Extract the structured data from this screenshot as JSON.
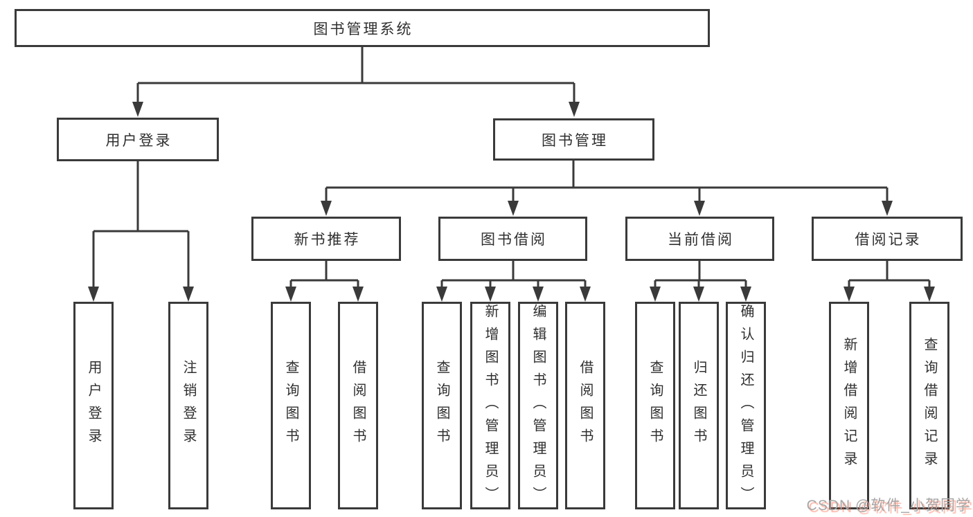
{
  "tree": {
    "label": "图书管理系统",
    "children": [
      {
        "label": "用户登录",
        "children": [
          {
            "label": "用户登录"
          },
          {
            "label": "注销登录"
          }
        ]
      },
      {
        "label": "图书管理",
        "children": [
          {
            "label": "新书推荐",
            "children": [
              {
                "label": "查询图书"
              },
              {
                "label": "借阅图书"
              }
            ]
          },
          {
            "label": "图书借阅",
            "children": [
              {
                "label": "查询图书"
              },
              {
                "label": "新增图书（管理员）"
              },
              {
                "label": "编辑图书（管理员）"
              },
              {
                "label": "借阅图书"
              }
            ]
          },
          {
            "label": "当前借阅",
            "children": [
              {
                "label": "查询图书"
              },
              {
                "label": "归还图书"
              },
              {
                "label": "确认归还（管理员）"
              }
            ]
          },
          {
            "label": "借阅记录",
            "children": [
              {
                "label": "新增借阅记录"
              },
              {
                "label": "查询借阅记录"
              }
            ]
          }
        ]
      }
    ]
  },
  "watermark": {
    "text": "CSDN @软件_小贺同学"
  },
  "colors": {
    "line": "#3a3a3a",
    "text": "#2f2f2f",
    "background": "#ffffff",
    "watermark_gray": "#a6a6a6",
    "watermark_red": "#fc5531"
  }
}
